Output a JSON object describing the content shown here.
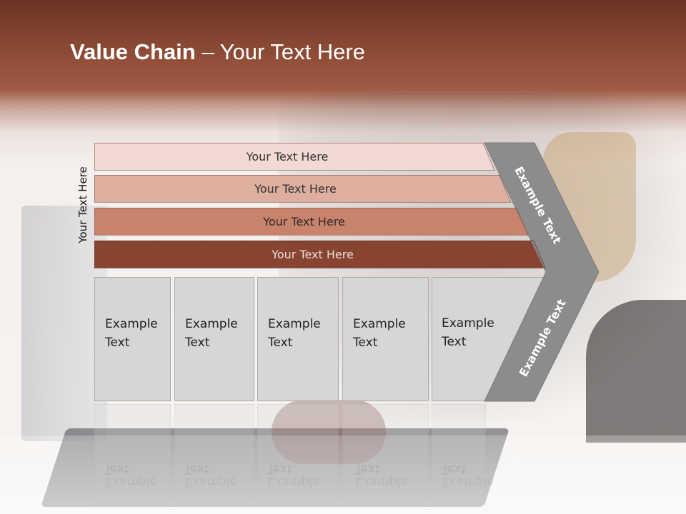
{
  "title": {
    "bold": "Value Chain",
    "rest": " – Your Text Here"
  },
  "side_label": "Your Text Here",
  "bars": [
    {
      "label": "Your Text Here",
      "fill": "#f2d9d3",
      "text_color": "#333333"
    },
    {
      "label": "Your Text Here",
      "fill": "#deae9e",
      "text_color": "#333333"
    },
    {
      "label": "Your Text Here",
      "fill": "#c9826b",
      "text_color": "#2a2a2a"
    },
    {
      "label": "Your Text Here",
      "fill": "#884430",
      "text_color": "#e8dcd8"
    }
  ],
  "cells": [
    {
      "line1": "Example",
      "line2": "Text"
    },
    {
      "line1": "Example",
      "line2": "Text"
    },
    {
      "line1": "Example",
      "line2": "Text"
    },
    {
      "line1": "Example",
      "line2": "Text"
    },
    {
      "line1": "Example",
      "line2": "Text"
    }
  ],
  "chevron": {
    "top_label": "Example Text",
    "bottom_label": "Example Text",
    "fill": "#8c8c8c"
  },
  "colors": {
    "header_dark": "#6b3424",
    "header_mid": "#9e5a44",
    "cell_fill": "#d6d6d6"
  }
}
